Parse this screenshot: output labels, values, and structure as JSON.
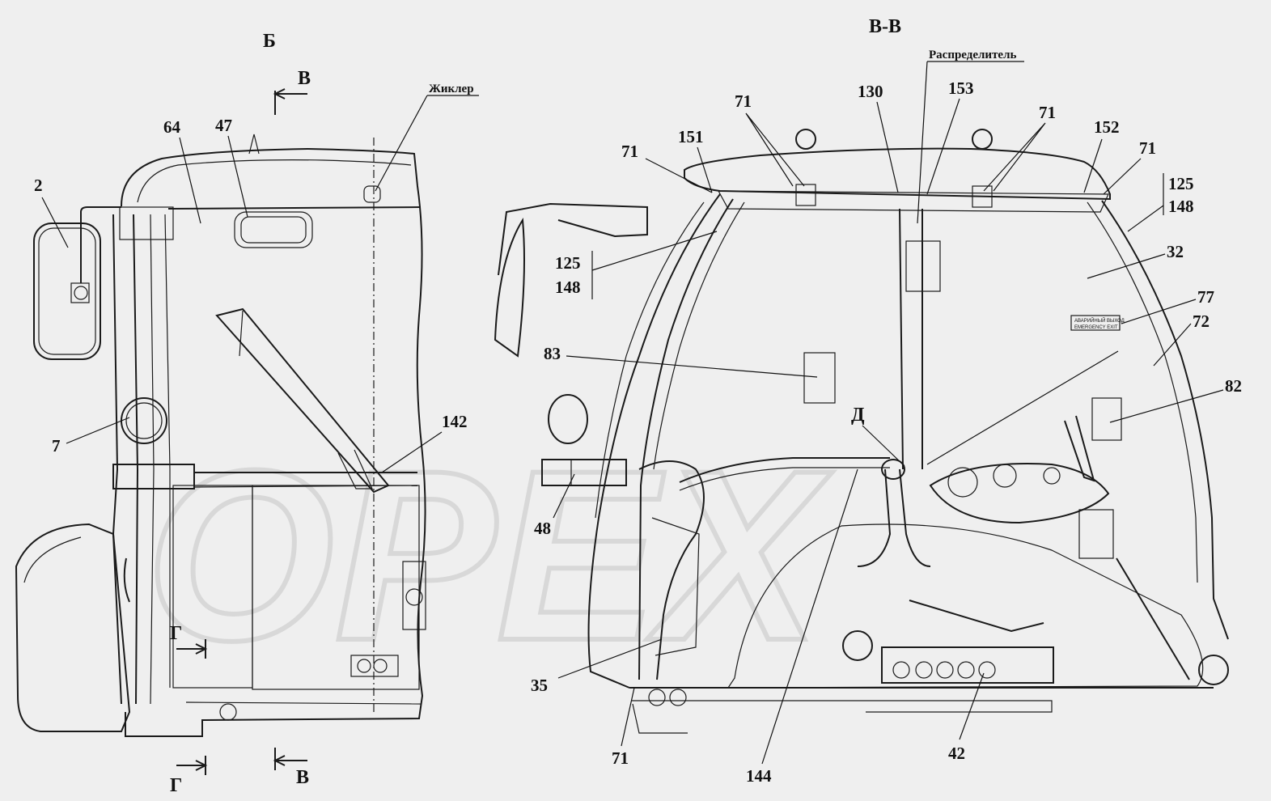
{
  "views": {
    "left_title": "Б",
    "right_title": "В-В"
  },
  "notes": {
    "jet": "Жиклер",
    "distributor": "Распределитель",
    "exit_sign_line1": "АВАРИЙНЫЙ ВЫХОД",
    "exit_sign_line2": "EMERGENCY EXIT"
  },
  "section_marks": {
    "v_top": "В",
    "v_bottom": "В",
    "g_mid": "Г",
    "g_bottom": "Г",
    "d": "Д"
  },
  "watermark": "OPEX",
  "left_labels": {
    "l2": "2",
    "l7": "7",
    "l47": "47",
    "l64": "64",
    "l142": "142"
  },
  "right_labels": {
    "l130": "130",
    "l153": "153",
    "l71a": "71",
    "l71b": "71",
    "l71c": "71",
    "l71d": "71",
    "l71e": "71",
    "l151": "151",
    "l152": "152",
    "l125a": "125",
    "l148a": "148",
    "l125b": "125",
    "l148b": "148",
    "l32": "32",
    "l77": "77",
    "l72": "72",
    "l82": "82",
    "l83": "83",
    "l48": "48",
    "l35": "35",
    "l42": "42",
    "l144": "144"
  }
}
